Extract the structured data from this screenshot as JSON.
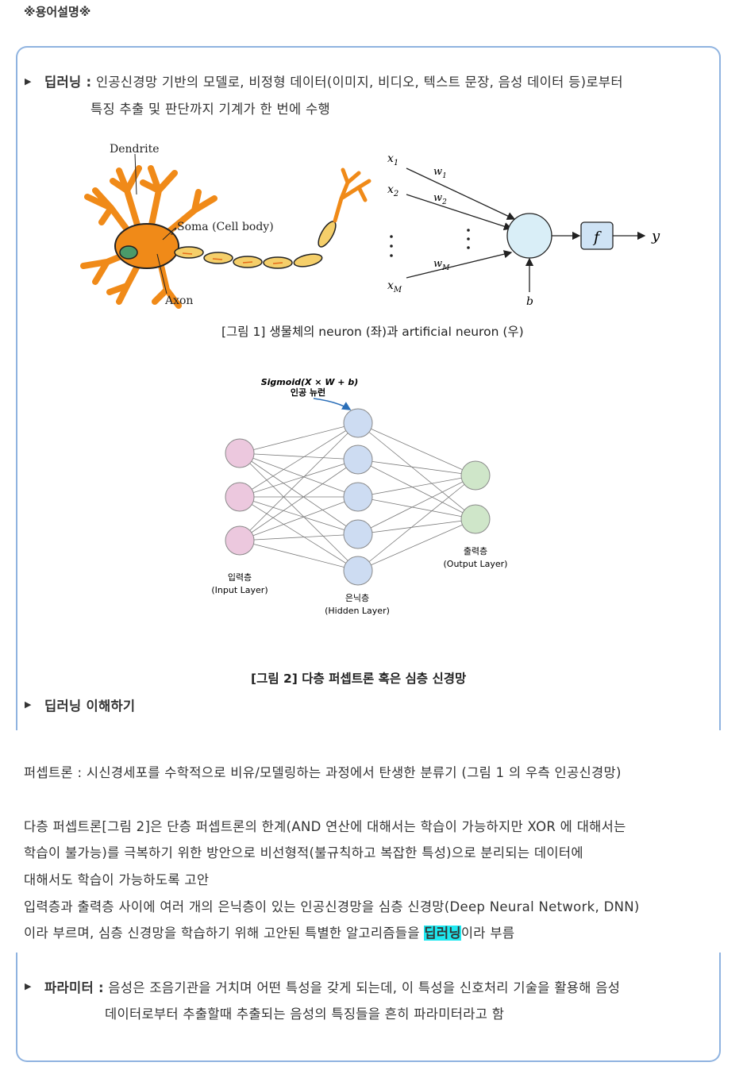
{
  "header": {
    "title": "※용어설명※"
  },
  "deep_learning_def": {
    "term": "딥러닝 :",
    "line1": "인공신경망 기반의 모델로, 비정형 데이터(이미지, 비디오, 텍스트 문장, 음성 데이터 등)로부터",
    "line2": "특징 추출 및 판단까지 기계가 한 번에 수행"
  },
  "figure1": {
    "neuron_labels": {
      "dendrite": "Dendrite",
      "soma": "Soma (Cell body)",
      "axon": "Axon"
    },
    "artificial": {
      "x1": "x",
      "x1_sub": "1",
      "x2": "x",
      "x2_sub": "2",
      "xm": "x",
      "xm_sub": "M",
      "w1": "w",
      "w1_sub": "1",
      "w2": "w",
      "w2_sub": "2",
      "wm": "w",
      "wm_sub": "M",
      "f": "f",
      "y": "y",
      "b": "b"
    },
    "caption": "[그림 1] 생물체의 neuron (좌)과 artificial neuron (우)"
  },
  "figure2": {
    "formula": "Sigmoid(X × W + b)",
    "neuron_label": "인공 뉴런",
    "input_layer": "입력층",
    "input_layer_en": "(Input Layer)",
    "hidden_layer": "은닉층",
    "hidden_layer_en": "(Hidden Layer)",
    "output_layer": "출력층",
    "output_layer_en": "(Output Layer)",
    "caption": "[그림 2] 다층 퍼셉트론 혹은 심층 신경망"
  },
  "understand": {
    "title": "딥러닝 이해하기"
  },
  "perceptron": {
    "line": "퍼셉트론 : 시신경세포를 수학적으로 비유/모델링하는 과정에서 탄생한 분류기 (그림 1 의 우측 인공신경망)"
  },
  "mlp": {
    "line1": "다층 퍼셉트론[그림 2]은 단층 퍼셉트론의 한계(AND 연산에 대해서는 학습이 가능하지만 XOR 에 대해서는",
    "line2": "학습이 불가능)를 극복하기 위한 방안으로 비선형적(불규칙하고 복잡한 특성)으로 분리되는 데이터에",
    "line3": "대해서도 학습이 가능하도록 고안",
    "line4": "입력층과 출력층 사이에 여러 개의 은닉층이 있는 인공신경망을 심층 신경망(Deep Neural Network, DNN)",
    "line5_pre": "이라 부르며, 심층 신경망을 학습하기 위해 고안된 특별한 알고리즘들을 ",
    "line5_hl": "딥러닝",
    "line5_post": "이라 부름"
  },
  "parameter": {
    "term": "파라미터 :",
    "line1": "음성은 조음기관을 거치며 어떤 특성을 갖게 되는데, 이 특성을 신호처리 기술을 활용해 음성",
    "line2": "데이터로부터 추출할때 추출되는 음성의 특징들을 흔히 파라미터라고 함"
  },
  "colors": {
    "border": "#8fb3e0",
    "highlight": "#1ee8f0",
    "neuron_orange": "#f08a18",
    "axon_yellow": "#f5cf6a",
    "input_node": "#ecc8de",
    "hidden_node": "#cddcf2",
    "output_node": "#cfe6c9"
  }
}
